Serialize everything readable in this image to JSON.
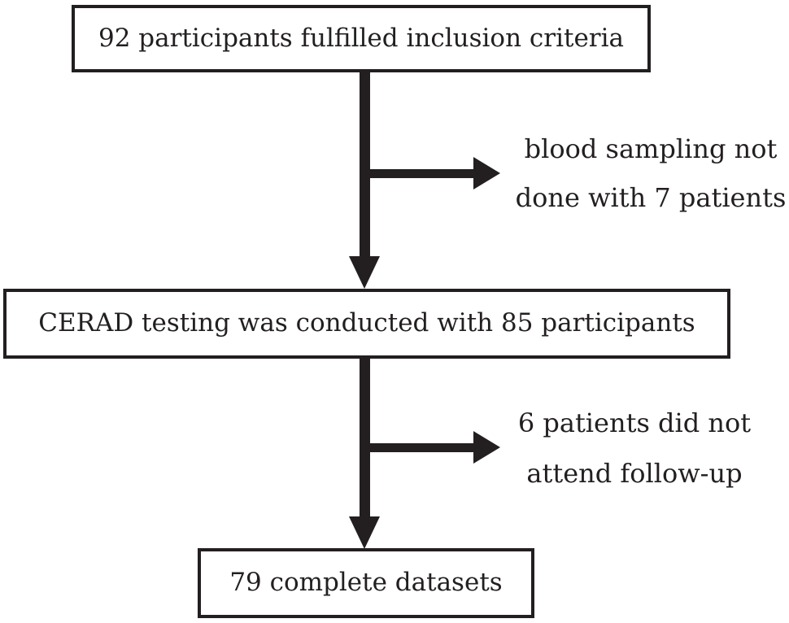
{
  "boxes": [
    {
      "label": "92 participants fulfilled inclusion criteria"
    },
    {
      "label": "CERAD testing was conducted with 85 participants"
    },
    {
      "label": "79 complete datasets"
    }
  ],
  "exclusions": [
    {
      "line1": "blood sampling not",
      "line2": "done with 7 patients"
    },
    {
      "line1": "6 patients did not",
      "line2": "attend follow-up"
    }
  ],
  "colors": {
    "ink": "#231f20",
    "background": "#ffffff"
  }
}
